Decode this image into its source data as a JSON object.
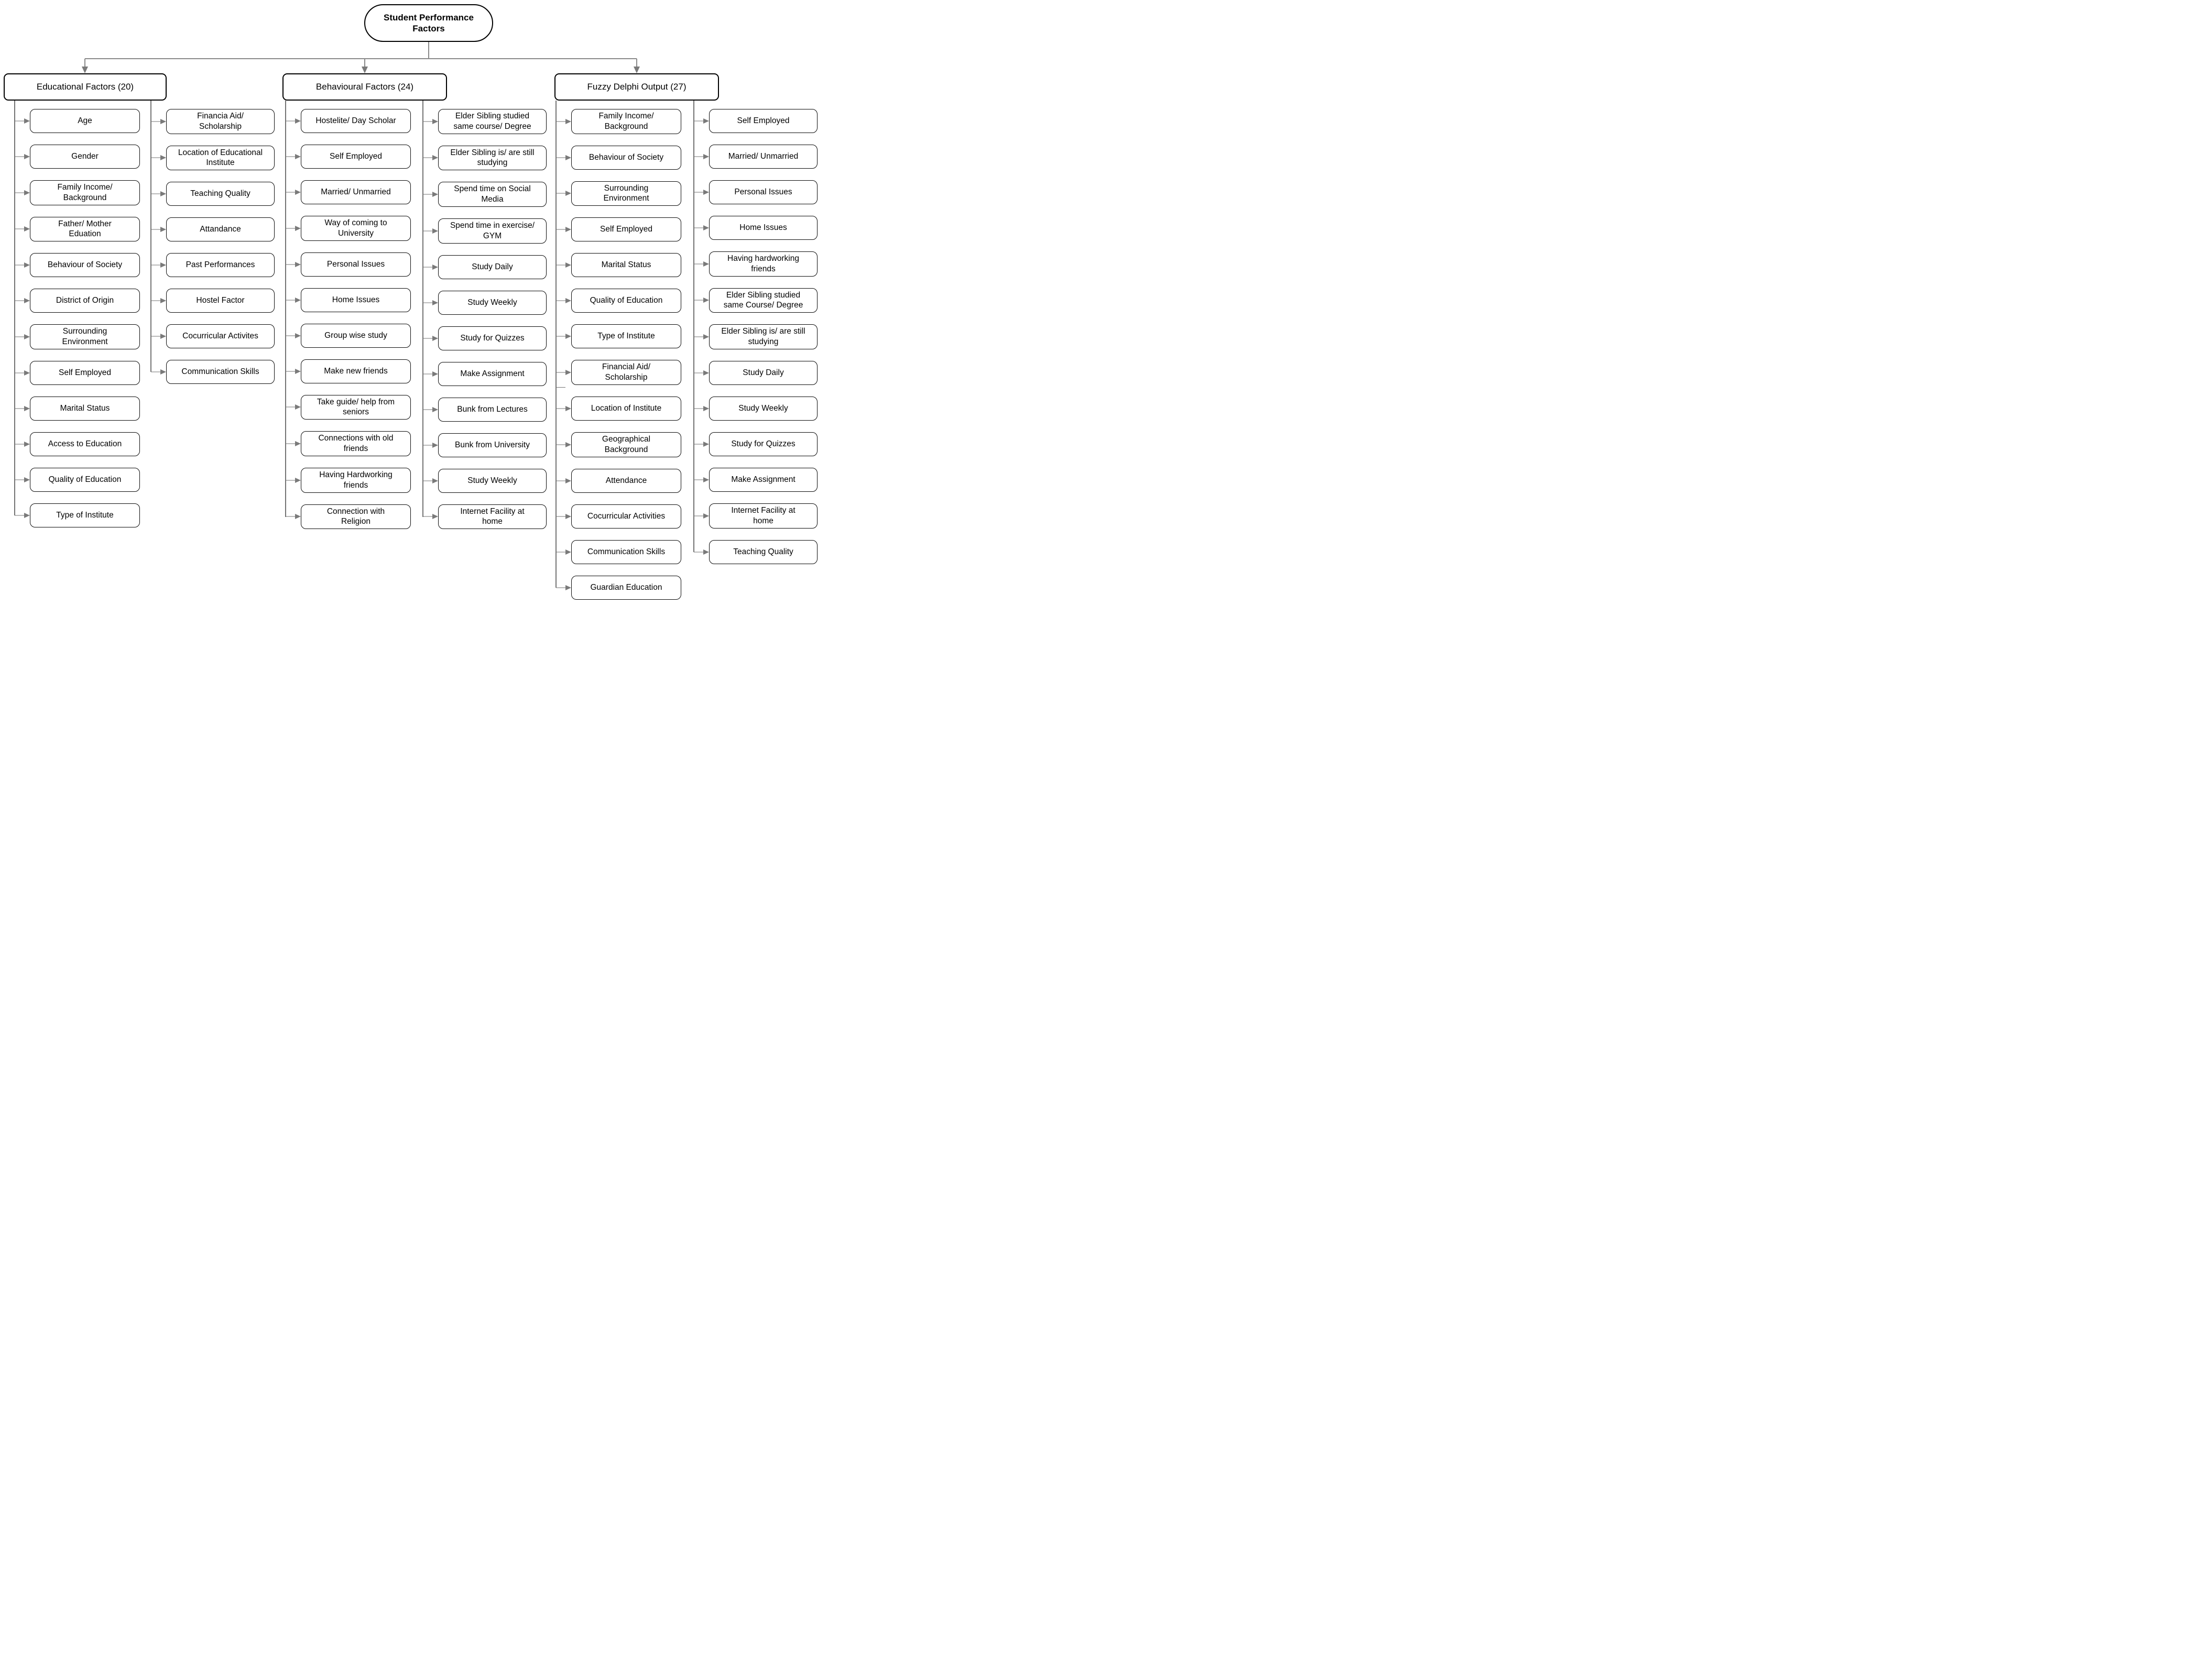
{
  "root": {
    "label": "Student Performance\nFactors"
  },
  "colors": {
    "background": "#ffffff",
    "box_border": "#000000",
    "connector": "#737373",
    "arrowhead": "#7a7a7a",
    "text": "#000000"
  },
  "sections": [
    {
      "label": "Educational Factors (20)",
      "columns": [
        [
          "Age",
          "Gender",
          "Family Income/\nBackground",
          "Father/ Mother\nEduation",
          "Behaviour of Society",
          "District of Origin",
          "Surrounding\nEnvironment",
          "Self Employed",
          "Marital Status",
          "Access to Education",
          "Quality of Education",
          "Type of Institute"
        ],
        [
          "Financia Aid/\nScholarship",
          "Location of Educational\nInstitute",
          "Teaching Quality",
          "Attandance",
          "Past Performances",
          "Hostel Factor",
          "Cocurricular Activites",
          "Communication Skills"
        ]
      ]
    },
    {
      "label": "Behavioural Factors (24)",
      "columns": [
        [
          "Hostelite/ Day Scholar",
          "Self Employed",
          "Married/ Unmarried",
          "Way of coming to\nUniversity",
          "Personal Issues",
          "Home Issues",
          "Group wise study",
          "Make new friends",
          "Take guide/ help from\nseniors",
          "Connections with old\nfriends",
          "Having Hardworking\nfriends",
          "Connection with\nReligion"
        ],
        [
          "Elder Sibling studied\nsame course/ Degree",
          "Elder Sibling is/ are still\nstudying",
          "Spend time on Social\nMedia",
          "Spend time in exercise/\nGYM",
          "Study Daily",
          "Study Weekly",
          "Study for Quizzes",
          "Make Assignment",
          "Bunk from Lectures",
          "Bunk from University",
          "Study Weekly",
          "Internet Facility at\nhome"
        ]
      ]
    },
    {
      "label": "Fuzzy Delphi Output (27)",
      "columns": [
        [
          "Family Income/\nBackground",
          "Behaviour of Society",
          "Surrounding\nEnvironment",
          "Self Employed",
          "Marital Status",
          "Quality of Education",
          "Type of Institute",
          "Financial Aid/\nScholarship",
          "Location of Institute",
          "Geographical\nBackground",
          "Attendance",
          "Cocurricular Activities",
          "Communication Skills",
          "Guardian Education"
        ],
        [
          "Self Employed",
          "Married/ Unmarried",
          "Personal Issues",
          "Home Issues",
          "Having hardworking\nfriends",
          "Elder Sibling studied\nsame Course/ Degree",
          "Elder Sibling is/ are still\nstudying",
          "Study Daily",
          "Study Weekly",
          "Study for Quizzes",
          "Make Assignment",
          "Internet Facility at\nhome",
          "Teaching Quality"
        ]
      ]
    }
  ]
}
